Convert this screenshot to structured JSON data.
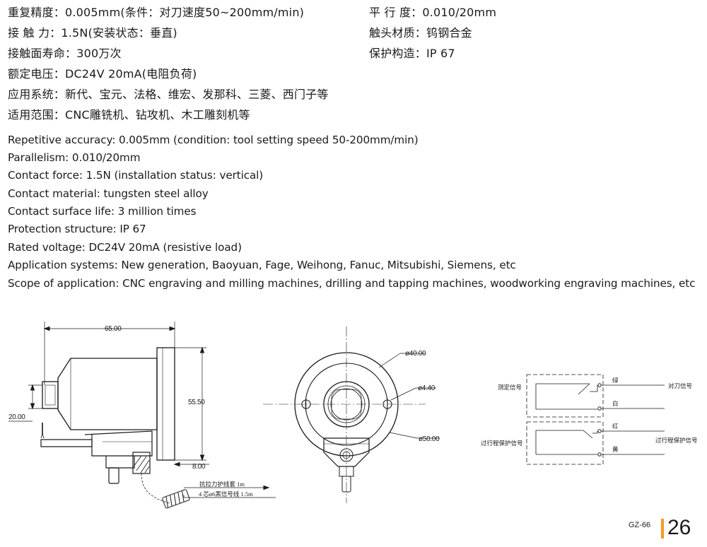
{
  "specs_cn": {
    "left": [
      "重复精度：0.005mm(条件：对刀速度50~200mm/min)",
      "接 触 力：1.5N(安装状态：垂直)",
      "接触面寿命：300万次",
      "额定电压：DC24V 20mA(电阻负荷)",
      "应用系统：新代、宝元、法格、维宏、发那科、三菱、西门子等",
      "适用范围：CNC雕铣机、钻攻机、木工雕刻机等"
    ],
    "right": [
      "平 行 度：0.010/20mm",
      "触头材质：钨钢合金",
      "保护构造：IP 67"
    ]
  },
  "specs_en": [
    "Repetitive accuracy: 0.005mm (condition: tool setting speed 50-200mm/min)",
    "Parallelism: 0.010/20mm",
    "Contact force: 1.5N (installation status: vertical)",
    "Contact material: tungsten steel alloy",
    "Contact surface life: 3 million times",
    "Protection structure: IP 67",
    "Rated voltage: DC24V 20mA (resistive load)",
    "Application systems: New generation, Baoyuan, Fage, Weihong, Fanuc, Mitsubishi, Siemens, etc",
    "Scope of application: CNC engraving and milling machines, drilling and tapping machines, woodworking engraving machines, etc"
  ],
  "side_view": {
    "dim_width": "65.00",
    "dim_height": "55.50",
    "dim_dia": "20.00",
    "dim_small": "8.00",
    "cable_label_1": "抗拉力护线套 1m",
    "cable_label_2": "4 芯ø6黑信号线 1.5m"
  },
  "front_view": {
    "dim_outer": "ø40.00",
    "dim_hole": "ø4.40",
    "dim_flange": "ø50.00"
  },
  "wiring": {
    "measure_signal": "测定信号",
    "overtravel_signal": "过行程保护信号",
    "tool_setting_signal": "对刀信号",
    "overtravel_signal_right": "过行程保护信号",
    "green": "绿",
    "white": "白",
    "red": "红",
    "yellow": "黄"
  },
  "footer": {
    "code": "GZ-66",
    "page": "26",
    "accent_color": "#f39a1e"
  }
}
